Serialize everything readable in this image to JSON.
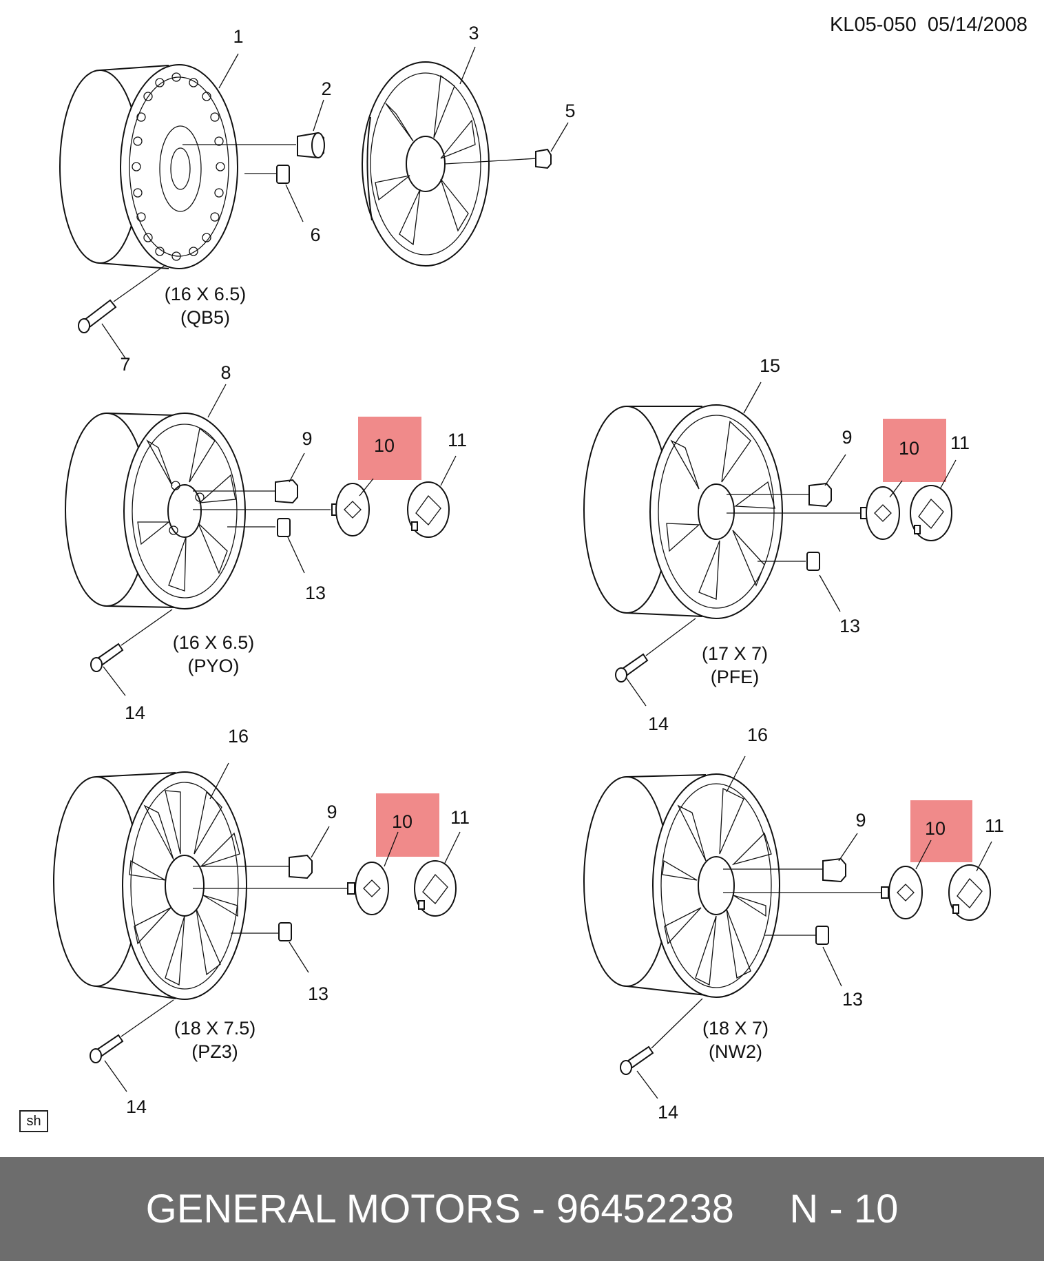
{
  "header": {
    "ref": "KL05-050  05/14/2008"
  },
  "corner_tag": "sh",
  "footer": {
    "text": "GENERAL MOTORS - 96452238     N - 10"
  },
  "highlight_color": "#f08a8a",
  "wheels": [
    {
      "size": "(16 X 6.5)",
      "code": "(QB5)"
    },
    {
      "size": "(16 X 6.5)",
      "code": "(PYO)"
    },
    {
      "size": "(17 X 7)",
      "code": "(PFE)"
    },
    {
      "size": "(18 X 7.5)",
      "code": "(PZ3)"
    },
    {
      "size": "(18 X 7)",
      "code": "(NW2)"
    }
  ],
  "callouts": {
    "p1": "1",
    "p2": "2",
    "p3": "3",
    "p5": "5",
    "p6": "6",
    "p7": "7",
    "p8": "8",
    "p9": "9",
    "p10": "10",
    "p11": "11",
    "p13": "13",
    "p14": "14",
    "p15": "15",
    "p16": "16"
  }
}
